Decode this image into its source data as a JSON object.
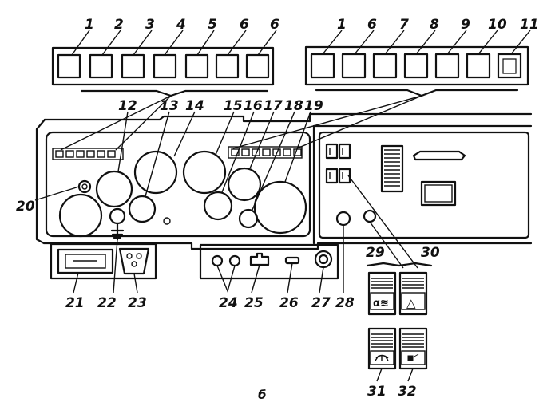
{
  "sub_caption": "б",
  "numbers": {
    "n1a": "1",
    "n2": "2",
    "n3": "3",
    "n4": "4",
    "n5": "5",
    "n6a": "6",
    "n6b": "6",
    "n1b": "1",
    "n6c": "6",
    "n7": "7",
    "n8": "8",
    "n9": "9",
    "n10": "10",
    "n11": "11",
    "n12": "12",
    "n13": "13",
    "n14": "14",
    "n15": "15",
    "n16": "16",
    "n17": "17",
    "n18": "18",
    "n19": "19",
    "n20": "20",
    "n21": "21",
    "n22": "22",
    "n23": "23",
    "n24": "24",
    "n25": "25",
    "n26": "26",
    "n27": "27",
    "n28": "28",
    "n29": "29",
    "n30": "30",
    "n31": "31",
    "n32": "32"
  },
  "switch_symbols": {
    "s29": "α≋",
    "s30": "△"
  }
}
